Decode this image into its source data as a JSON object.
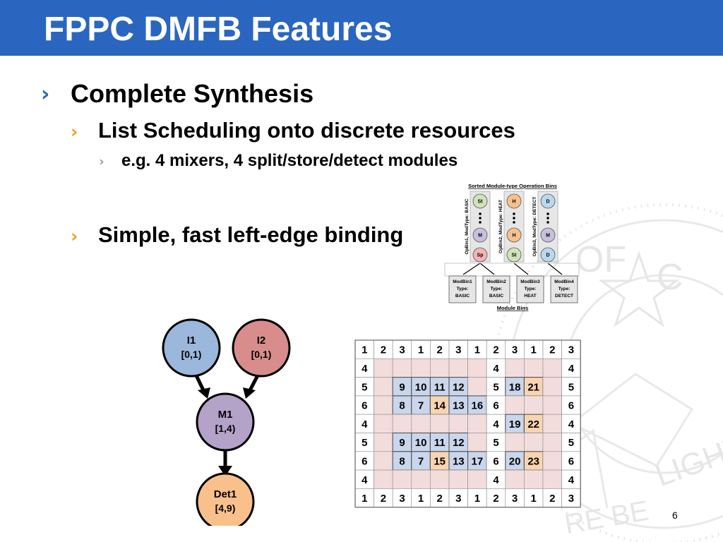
{
  "slide": {
    "title": "FPPC DMFB Features",
    "page_number": "6"
  },
  "bullets": [
    {
      "level": 1,
      "text": "Complete Synthesis"
    },
    {
      "level": 2,
      "text": "List Scheduling onto discrete resources"
    },
    {
      "level": 3,
      "text": "e.g. 4 mixers, 4 split/store/detect modules"
    },
    {
      "level": 2,
      "text": "Simple, fast left-edge binding"
    }
  ],
  "seal_text": [
    "OF",
    "C",
    "LIGHT",
    "RE BE"
  ],
  "sequencing_graph": {
    "nodes": [
      {
        "id": "I1",
        "label": "I1",
        "interval": "[0,1)",
        "color": "#9bb7dc"
      },
      {
        "id": "I2",
        "label": "I2",
        "interval": "[0,1)",
        "color": "#d98c8c"
      },
      {
        "id": "M1",
        "label": "M1",
        "interval": "[1,4)",
        "color": "#b4a2c9"
      },
      {
        "id": "Det1",
        "label": "Det1",
        "interval": "[4,9)",
        "color": "#f9c08c"
      }
    ],
    "edges": [
      [
        "I1",
        "M1"
      ],
      [
        "I2",
        "M1"
      ],
      [
        "M1",
        "Det1"
      ]
    ]
  },
  "op_bins_figure": {
    "title": "Sorted Module-type Operation Bins",
    "bins": [
      {
        "side_label": "OpBin1, ModType: BASIC",
        "top": {
          "label": "St",
          "color": "#cfe3b8"
        },
        "bottom": [
          {
            "label": "M",
            "color": "#c9bfde"
          },
          {
            "label": "Sp",
            "color": "#f2b4b4"
          }
        ]
      },
      {
        "side_label": "OpBin2, ModType: HEAT",
        "top": {
          "label": "H",
          "color": "#f9c08c"
        },
        "bottom": [
          {
            "label": "H",
            "color": "#f9c08c"
          },
          {
            "label": "St",
            "color": "#cfe3b8"
          }
        ]
      },
      {
        "side_label": "OpBin3, ModType: DETECT",
        "top": {
          "label": "D",
          "color": "#b9d8ee"
        },
        "bottom": [
          {
            "label": "M",
            "color": "#c9bfde"
          },
          {
            "label": "D",
            "color": "#b9d8ee"
          }
        ]
      }
    ],
    "module_bins": [
      {
        "lines": [
          "ModBin1",
          "Type:",
          "BASIC"
        ]
      },
      {
        "lines": [
          "ModBin2",
          "Type:",
          "BASIC"
        ]
      },
      {
        "lines": [
          "ModBin3",
          "Type:",
          "HEAT"
        ]
      },
      {
        "lines": [
          "ModBin4",
          "Type:",
          "DETECT"
        ]
      }
    ],
    "module_bins_label": "Module Bins"
  },
  "grid": {
    "rows": [
      [
        "1",
        "2",
        "3",
        "1",
        "2",
        "3",
        "1",
        "2",
        "3",
        "1",
        "2",
        "3"
      ],
      [
        "4",
        "",
        "",
        "",
        "",
        "",
        "",
        "4",
        "",
        "",
        "",
        "4"
      ],
      [
        "5",
        "",
        "9",
        "10",
        "11",
        "12",
        "",
        "5",
        "18",
        "21",
        "",
        "5"
      ],
      [
        "6",
        "",
        "8",
        "7",
        "14",
        "13",
        "16",
        "6",
        "",
        "",
        "",
        "6"
      ],
      [
        "4",
        "",
        "",
        "",
        "",
        "",
        "",
        "4",
        "19",
        "22",
        "",
        "4"
      ],
      [
        "5",
        "",
        "9",
        "10",
        "11",
        "12",
        "",
        "5",
        "",
        "",
        "",
        "5"
      ],
      [
        "6",
        "",
        "8",
        "7",
        "15",
        "13",
        "17",
        "6",
        "20",
        "23",
        "",
        "6"
      ],
      [
        "4",
        "",
        "",
        "",
        "",
        "",
        "",
        "4",
        "",
        "",
        "",
        "4"
      ],
      [
        "1",
        "2",
        "3",
        "1",
        "2",
        "3",
        "1",
        "2",
        "3",
        "1",
        "2",
        "3"
      ]
    ],
    "colors": {
      "pink": "#f2dcdc",
      "blue": "#c9d6ec",
      "orange": "#f9d4b0",
      "white": "#ffffff"
    }
  }
}
